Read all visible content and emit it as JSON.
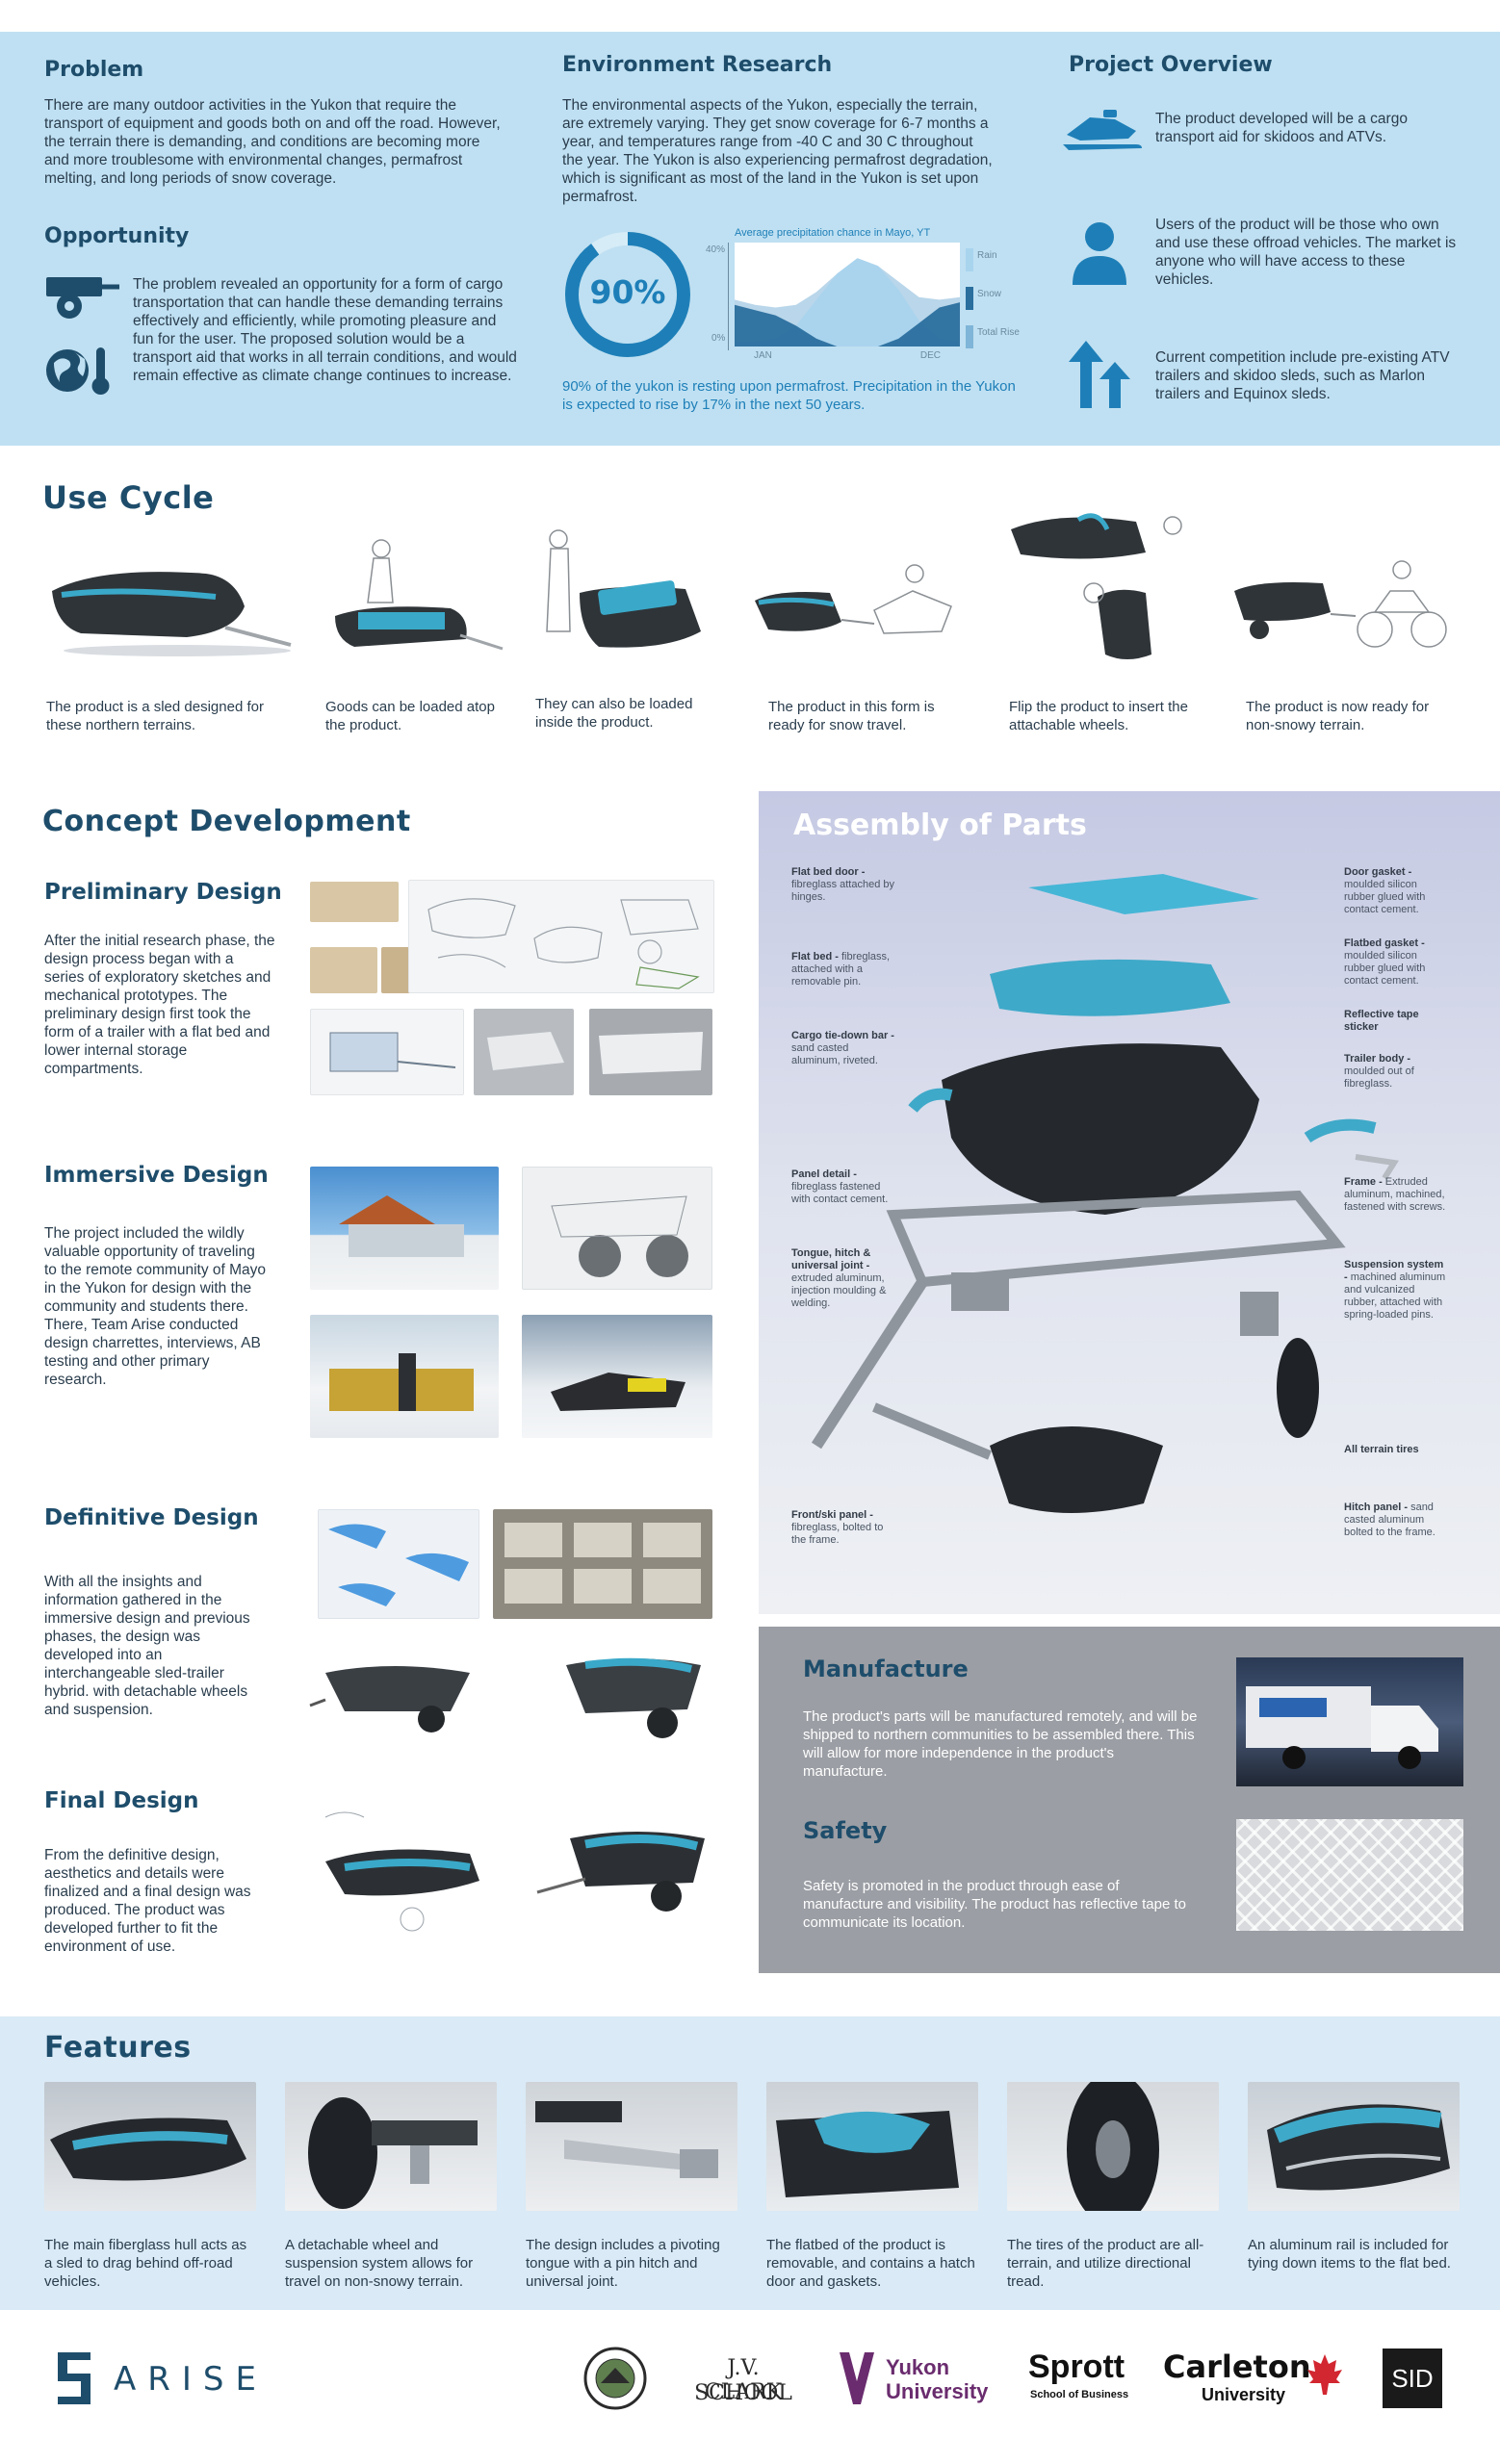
{
  "problem": {
    "title": "Problem",
    "text": "There are many outdoor activities in the Yukon that require the transport of equipment and goods both on and off the road. However, the terrain there is demanding, and conditions are becoming more and more troublesome with environmental changes, permafrost melting, and long periods of snow coverage."
  },
  "opportunity": {
    "title": "Opportunity",
    "text": "The problem revealed an opportunity for a form of cargo transportation that can handle these demanding terrains effectively and efficiently, while promoting pleasure and fun for the user. The proposed solution would be a transport aid that works in all terrain conditions, and would remain effective as climate change continues to increase."
  },
  "environment": {
    "title": "Environment Research",
    "text": "The environmental aspects of the Yukon, especially the terrain, are extremely varying. They get snow coverage for 6-7 months a year, and temperatures range from -40 C and 30 C throughout the year. The Yukon is also experiencing permafrost degradation, which is significant as most of the land in the Yukon is set upon permafrost.",
    "percent_label": "90%",
    "percent_value": 0.9,
    "caption": "90% of the yukon is resting upon permafrost. Precipitation in the Yukon is expected to rise by 17% in the next 50 years."
  },
  "chart_data": {
    "type": "area",
    "title": "Average precipitation chance in Mayo, YT",
    "x_start_label": "JAN",
    "x_end_label": "DEC",
    "y_top_label": "40%",
    "y_bottom_label": "0%",
    "ylim": [
      0,
      40
    ],
    "x": [
      1,
      2,
      3,
      4,
      5,
      6,
      7,
      8,
      9,
      10,
      11,
      12
    ],
    "series": [
      {
        "name": "Rain",
        "color": "#a9d4ee",
        "values": [
          2,
          2,
          3,
          8,
          18,
          28,
          34,
          31,
          22,
          10,
          3,
          2
        ]
      },
      {
        "name": "Snow",
        "color": "#2a6f9e",
        "values": [
          16,
          14,
          12,
          8,
          3,
          0,
          0,
          0,
          3,
          9,
          15,
          17
        ]
      },
      {
        "name": "Total Rise",
        "color": "#7fb5d8",
        "values": [
          18,
          16,
          15,
          16,
          21,
          28,
          34,
          31,
          25,
          19,
          18,
          19
        ]
      }
    ]
  },
  "overview": {
    "title": "Project Overview",
    "items": [
      {
        "icon": "snowmobile-icon",
        "text": "The product developed will be a cargo transport aid for skidoos and ATVs."
      },
      {
        "icon": "user-icon",
        "text": "Users of the product will be those who own and use these offroad vehicles. The market is anyone who will have access to these vehicles."
      },
      {
        "icon": "competition-arrows-icon",
        "text": "Current competition include pre-existing ATV trailers and skidoo sleds, such as Marlon trailers and Equinox sleds."
      }
    ]
  },
  "use_cycle": {
    "title": "Use Cycle",
    "steps": [
      "The product is a sled designed for these northern terrains.",
      "Goods can be loaded atop the product.",
      "They can also be loaded inside the product.",
      "The product in this form is ready for snow travel.",
      "Flip the product to insert the attachable wheels.",
      "The product is now ready for non-snowy terrain."
    ]
  },
  "concept": {
    "title": "Concept Development",
    "phases": [
      {
        "title": "Preliminary Design",
        "text": "After the initial research phase, the design process began with a series of exploratory sketches and mechanical prototypes. The preliminary design first took the form of a trailer with a flat bed and lower internal storage compartments."
      },
      {
        "title": "Immersive Design",
        "text": "The project included the wildly valuable opportunity of traveling to the remote community of Mayo in the Yukon for design with the community and students there. There, Team Arise conducted design charrettes, interviews, AB testing and other primary research."
      },
      {
        "title": "Definitive Design",
        "text": "With all the insights and information gathered in the immersive design and previous phases, the design was developed into an interchangeable sled-trailer hybrid. with detachable wheels and suspension."
      },
      {
        "title": "Final Design",
        "text": "From the definitive design, aesthetics and details were finalized and a final design was produced. The product was developed further to fit the environment of use."
      }
    ]
  },
  "assembly": {
    "title": "Assembly of Parts",
    "left": [
      {
        "name": "Flat bed door -",
        "desc": "fibreglass attached by hinges."
      },
      {
        "name": "Flat bed -",
        "desc": "fibreglass, attached with a removable pin."
      },
      {
        "name": "Cargo tie-down bar -",
        "desc": "sand casted aluminum, riveted."
      },
      {
        "name": "Panel detail -",
        "desc": "fibreglass fastened with contact cement."
      },
      {
        "name": "Tongue, hitch & universal joint -",
        "desc": "extruded aluminum, injection moulding & welding."
      },
      {
        "name": "Front/ski panel -",
        "desc": "fibreglass, bolted to the frame."
      }
    ],
    "right": [
      {
        "name": "Door gasket -",
        "desc": "moulded silicon rubber glued with contact cement."
      },
      {
        "name": "Flatbed gasket -",
        "desc": "moulded silicon rubber glued with contact cement."
      },
      {
        "name": "Reflective tape sticker",
        "desc": ""
      },
      {
        "name": "Trailer body -",
        "desc": "moulded out of fibreglass."
      },
      {
        "name": "Frame -",
        "desc": "Extruded aluminum, machined, fastened with screws."
      },
      {
        "name": "Suspension system -",
        "desc": "machined aluminum and vulcanized rubber, attached with spring-loaded pins."
      },
      {
        "name": "All terrain tires",
        "desc": ""
      },
      {
        "name": "Hitch panel -",
        "desc": "sand casted aluminum bolted to the frame."
      }
    ]
  },
  "manufacture": {
    "title": "Manufacture",
    "text": "The product's parts will be manufactured remotely, and will be shipped to northern communities to be assembled there. This will allow for more independence in the product's manufacture."
  },
  "safety": {
    "title": "Safety",
    "text": "Safety is promoted in the product through ease of manufacture and visibility. The product has reflective tape to communicate its location."
  },
  "features": {
    "title": "Features",
    "items": [
      "The main fiberglass hull acts as a sled to drag behind off-road vehicles.",
      "A detachable wheel and suspension system allows for travel on non-snowy terrain.",
      "The design includes a pivoting tongue with a pin hitch and universal joint.",
      "The flatbed of the product is removable, and contains a hatch door and gaskets.",
      "The tires of the product are all-terrain, and utilize directional tread.",
      "An aluminum rail is included for tying down items to the flat bed."
    ]
  },
  "logos": {
    "arise": "ARISE",
    "jvclark_1": "J.V. CLARK",
    "jvclark_2": "SCHOOL",
    "yukon_1": "Yukon",
    "yukon_2": "University",
    "sprott_1": "Sprott",
    "sprott_2": "School of Business",
    "carleton_1": "Carleton",
    "carleton_2": "University",
    "sid": "SID"
  }
}
